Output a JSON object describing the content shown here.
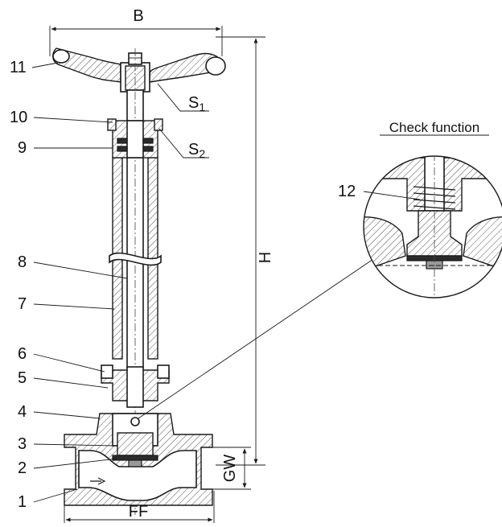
{
  "part_labels": [
    "11",
    "10",
    "9",
    "8",
    "7",
    "6",
    "5",
    "4",
    "3",
    "2",
    "1",
    "12"
  ],
  "dimensions": {
    "width": "B",
    "height": "H",
    "gw": "GW",
    "ff": "FF",
    "s1_main": "S",
    "s1_sub": "1",
    "s2_main": "S",
    "s2_sub": "2"
  },
  "detail": {
    "title": "Check function"
  }
}
